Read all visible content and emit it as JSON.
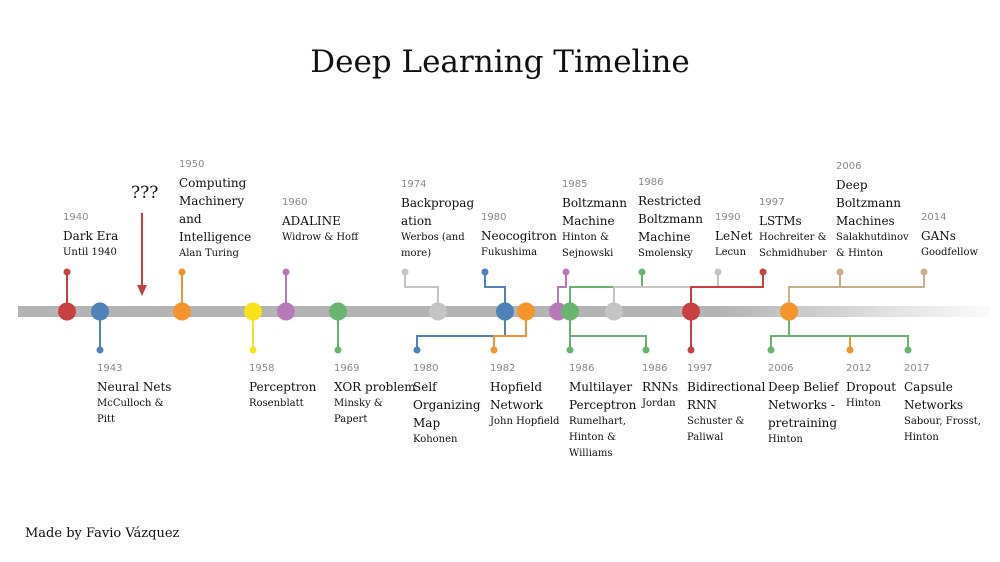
{
  "title": "Deep Learning Timeline",
  "credit": "Made by Favio Vázquez",
  "question_marks": "???",
  "colors": {
    "axis": "#b3b3b3",
    "red": "#c94040",
    "blue": "#4f83b8",
    "orange": "#f4942c",
    "yellow": "#f7e21c",
    "purple": "#b77ab8",
    "green": "#69b56f",
    "grey": "#c4c4c4",
    "tan": "#c9b08c",
    "arrow": "#c94040"
  },
  "events": [
    {
      "year": "1940",
      "name": "Dark Era",
      "authors": "Until 1940",
      "color": "red"
    },
    {
      "year": "1943",
      "name": "Neural Nets",
      "authors": "McCulloch & Pitt",
      "color": "blue"
    },
    {
      "year": "1950",
      "name": "Computing Machinery and Intelligence",
      "authors": "Alan Turing",
      "color": "orange"
    },
    {
      "year": "1958",
      "name": "Perceptron",
      "authors": "Rosenblatt",
      "color": "yellow"
    },
    {
      "year": "1960",
      "name": "ADALINE",
      "authors": "Widrow & Hoff",
      "color": "purple"
    },
    {
      "year": "1969",
      "name": "XOR problem",
      "authors": "Minsky & Papert",
      "color": "green"
    },
    {
      "year": "1974",
      "name": "Backpropagation",
      "authors": "Werbos (and more)",
      "color": "grey"
    },
    {
      "year": "1980",
      "name": "Self Organizing Map",
      "authors": "Kohonen",
      "color": "blue"
    },
    {
      "year": "1980",
      "name": "Neocogitron",
      "authors": "Fukushima",
      "color": "blue"
    },
    {
      "year": "1982",
      "name": "Hopfield Network",
      "authors": "John Hopfield",
      "color": "orange"
    },
    {
      "year": "1985",
      "name": "Boltzmann Machine",
      "authors": "Hinton & Sejnowski",
      "color": "purple"
    },
    {
      "year": "1986",
      "name": "Restricted Boltzmann Machine",
      "authors": "Smolensky",
      "color": "green"
    },
    {
      "year": "1986",
      "name": "Multilayer Perceptron",
      "authors": "Rumelhart, Hinton & Williams",
      "color": "green"
    },
    {
      "year": "1986",
      "name": "RNNs",
      "authors": "Jordan",
      "color": "green"
    },
    {
      "year": "1990",
      "name": "LeNet",
      "authors": "Lecun",
      "color": "grey"
    },
    {
      "year": "1997",
      "name": "LSTMs",
      "authors": "Hochreiter & Schmidhuber",
      "color": "red"
    },
    {
      "year": "1997",
      "name": "Bidirectional RNN",
      "authors": "Schuster & Paliwal",
      "color": "red"
    },
    {
      "year": "2006",
      "name": "Deep Boltzmann Machines",
      "authors": "Salakhutdinov & Hinton",
      "color": "tan"
    },
    {
      "year": "2006",
      "name": "Deep Belief Networks - pretraining",
      "authors": "Hinton",
      "color": "green"
    },
    {
      "year": "2012",
      "name": "Dropout",
      "authors": "Hinton",
      "color": "orange"
    },
    {
      "year": "2014",
      "name": "GANs",
      "authors": "Goodfellow",
      "color": "tan"
    },
    {
      "year": "2017",
      "name": "Capsule Networks",
      "authors": "Sabour, Frosst, Hinton",
      "color": "green"
    }
  ]
}
